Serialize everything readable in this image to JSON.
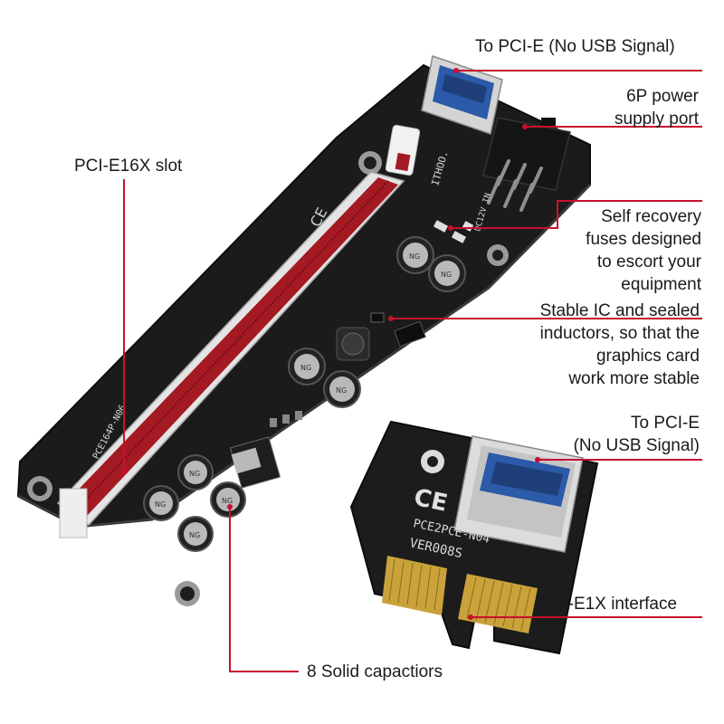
{
  "colors": {
    "pcb": "#1b1b1b",
    "slot_red": "#a41a22",
    "leader_red": "#c8102e",
    "usb_blue": "#2b5aa8",
    "gold": "#c9a23a"
  },
  "labels": {
    "usb_top": "To PCI-E (No USB Signal)",
    "power_port": [
      "6P power",
      "supply port"
    ],
    "slot": "PCI-E16X slot",
    "fuses": [
      "Self recovery",
      "fuses designed",
      "to escort your",
      "equipment"
    ],
    "stable_ic": [
      "Stable IC and sealed",
      "inductors, so that the",
      "graphics card",
      "work more stable"
    ],
    "usb_bottom": [
      "To PCI-E",
      "(No USB Signal)"
    ],
    "interface": "PCI-E1X interface",
    "capacitors": "8 Solid capactiors"
  },
  "board_text": {
    "main_brand": "ITHOO.",
    "model_main": "PCE164P-N06",
    "model_adapter": "PCE2PCE-N04",
    "version": "VER008S",
    "voltage": "DC12V IN"
  }
}
